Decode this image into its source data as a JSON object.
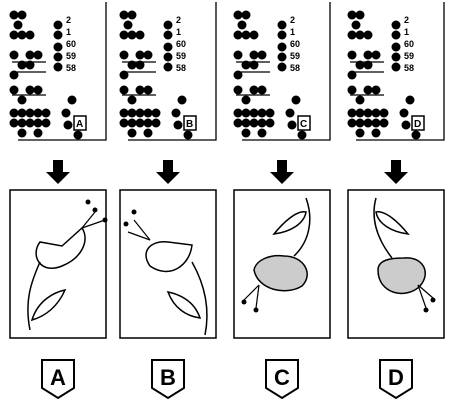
{
  "row_numbers": [
    "2",
    "1",
    "60",
    "59",
    "58"
  ],
  "options": [
    {
      "key": "A",
      "card_tag": "A",
      "label": "A"
    },
    {
      "key": "B",
      "card_tag": "B",
      "label": "B"
    },
    {
      "key": "C",
      "card_tag": "C",
      "label": "C"
    },
    {
      "key": "D",
      "card_tag": "D",
      "label": "D"
    }
  ]
}
